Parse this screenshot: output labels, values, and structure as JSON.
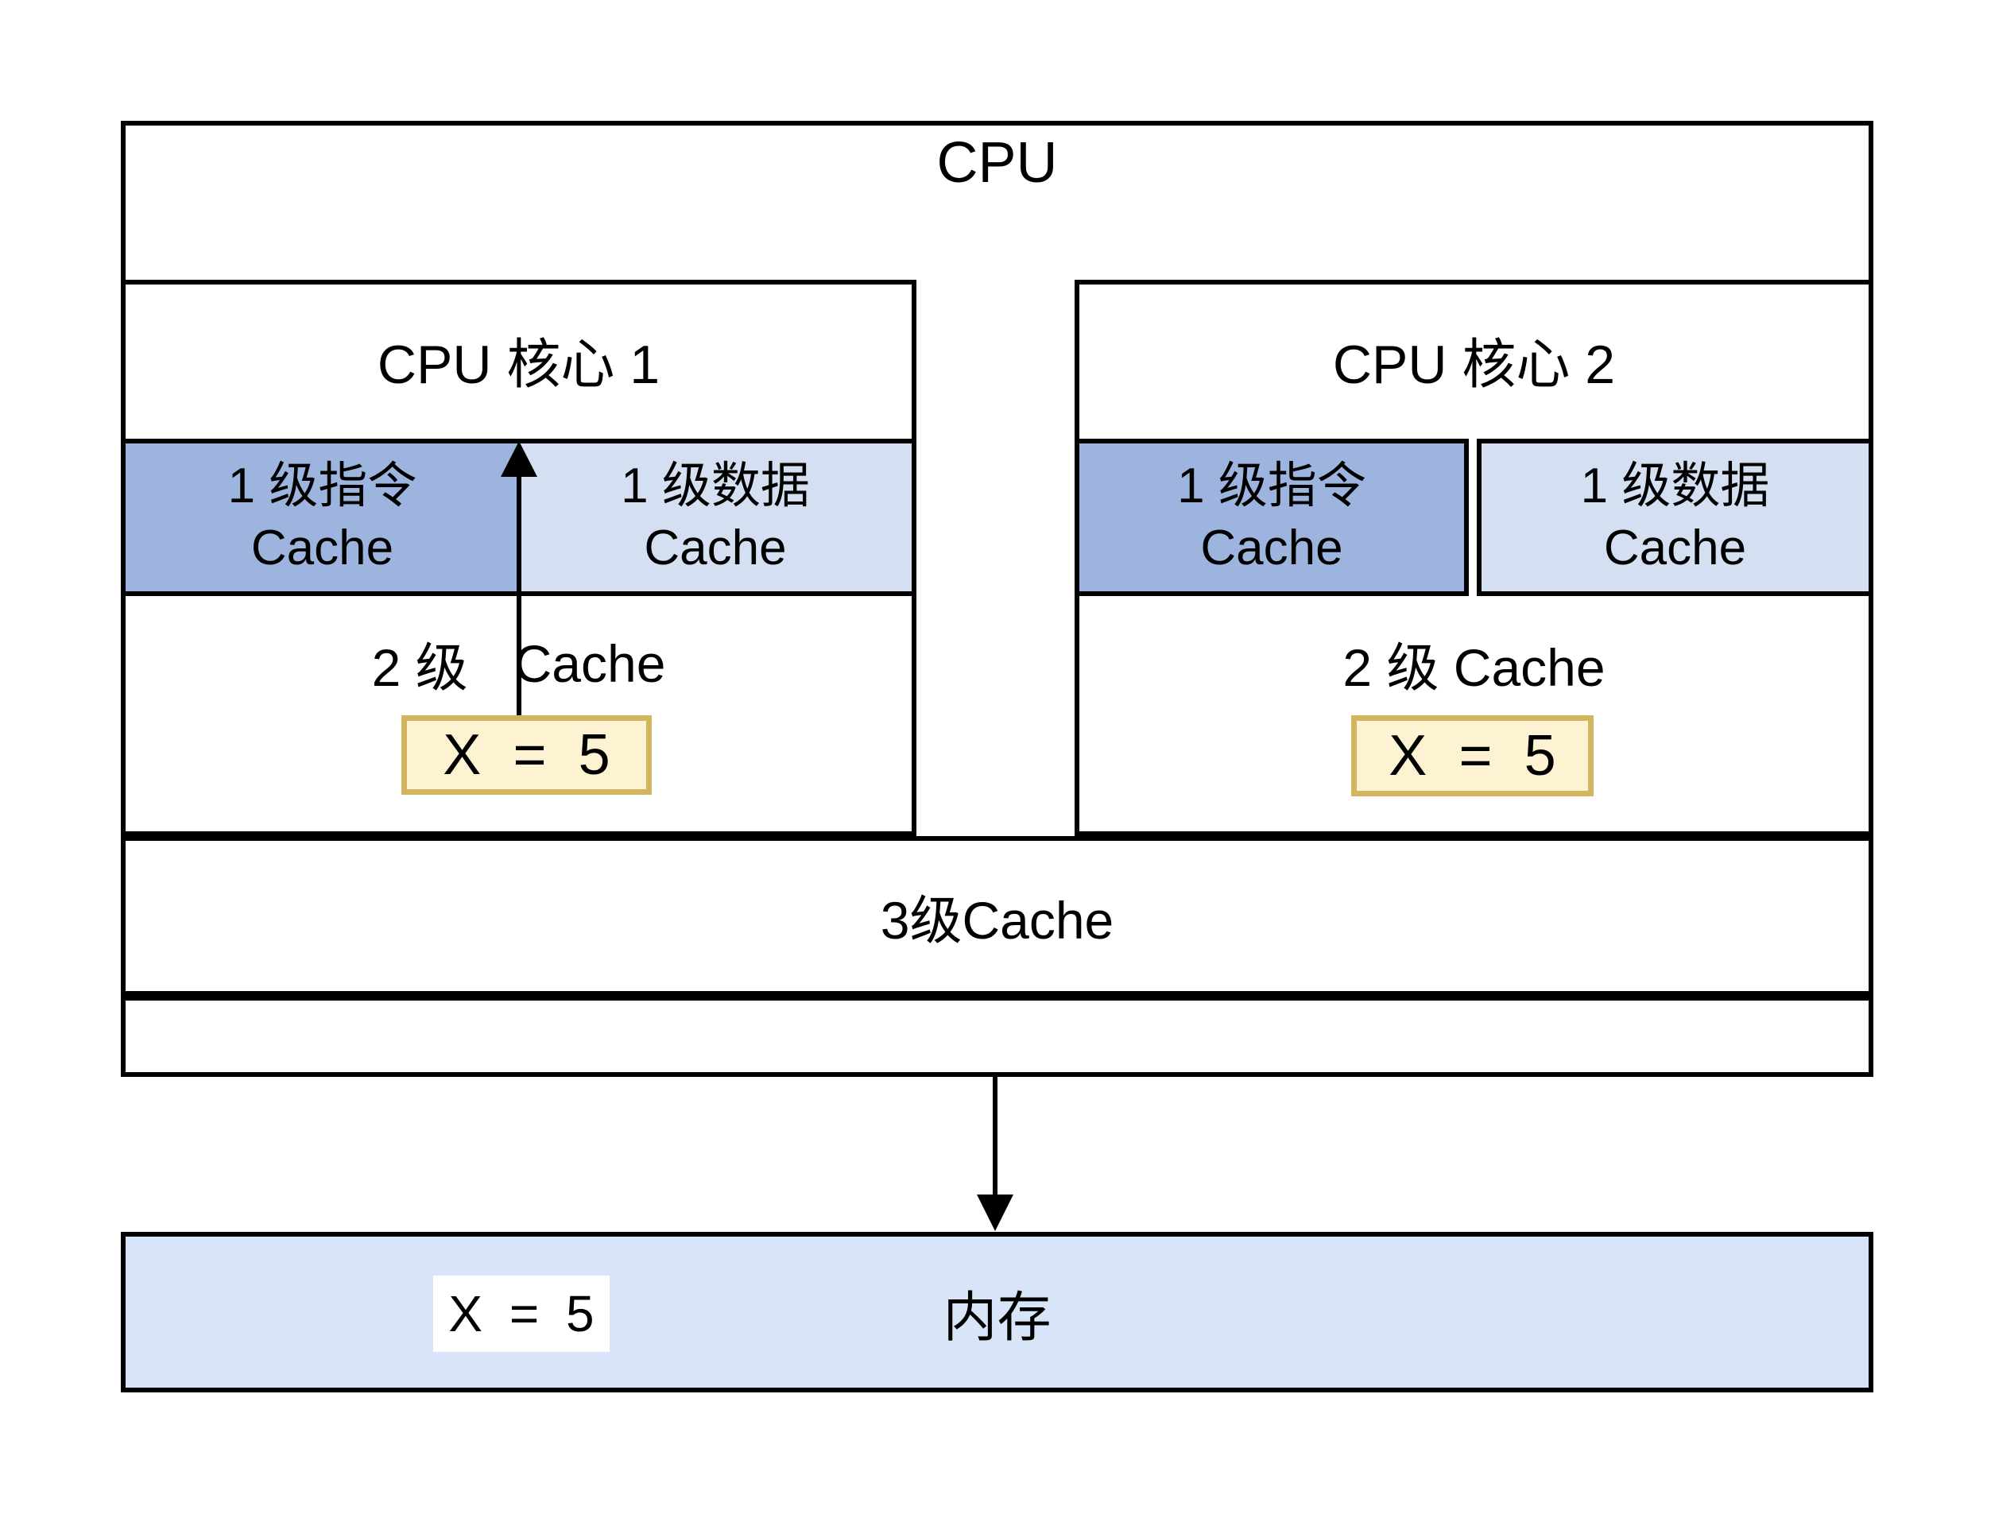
{
  "diagram": {
    "cpu_label": "CPU",
    "core1": {
      "title": "CPU 核心 1",
      "l1_instruction": {
        "line1": "1 级指令",
        "line2": "Cache"
      },
      "l1_data": {
        "line1": "1 级数据",
        "line2": "Cache"
      },
      "l2_label_left": "2 级",
      "l2_label_right": "Cache",
      "x_value": "X = 5"
    },
    "core2": {
      "title": "CPU 核心 2",
      "l1_instruction": {
        "line1": "1 级指令",
        "line2": "Cache"
      },
      "l1_data": {
        "line1": "1 级数据",
        "line2": "Cache"
      },
      "l2_label": "2 级 Cache",
      "x_value": "X = 5"
    },
    "l3_label": "3级Cache",
    "memory": {
      "label": "内存",
      "x_value": "X = 5"
    },
    "colors": {
      "l1_instruction_fill": "#9DB5DE",
      "l1_data_fill": "#D4DFF1",
      "memory_fill": "#D8E4F7",
      "highlight_fill": "#FDF2D2",
      "highlight_border": "#D2B55E",
      "line": "#000000"
    }
  }
}
